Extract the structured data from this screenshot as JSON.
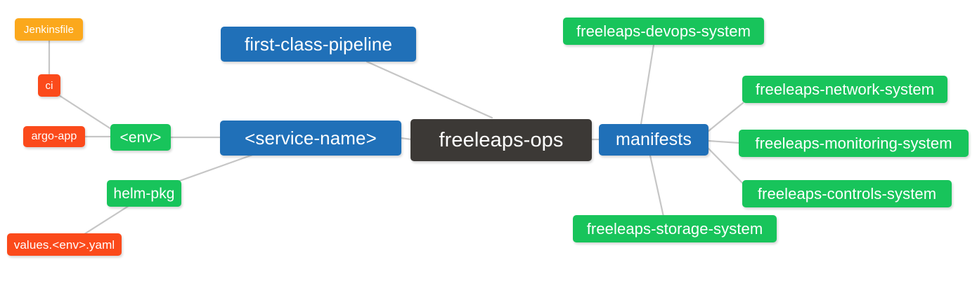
{
  "diagram": {
    "type": "mindmap",
    "title": "freeleaps-ops",
    "background": "#ffffff",
    "palette": {
      "root": "#3c3936",
      "blue": "#2070b8",
      "green": "#18c45b",
      "red": "#fb4a1b",
      "orange": "#fba81c",
      "edge": "#c6c6c6",
      "text": "#ffffff"
    }
  },
  "nodes": {
    "root": {
      "label": "freeleaps-ops"
    },
    "first_class_pipeline": {
      "label": "first-class-pipeline"
    },
    "service_name": {
      "label": "<service-name>"
    },
    "manifests": {
      "label": "manifests"
    },
    "env": {
      "label": "<env>"
    },
    "helm_pkg": {
      "label": "helm-pkg"
    },
    "ci": {
      "label": "ci"
    },
    "argo_app": {
      "label": "argo-app"
    },
    "jenkinsfile": {
      "label": "Jenkinsfile"
    },
    "values_yaml": {
      "label": "values.<env>.yaml"
    },
    "devops_system": {
      "label": "freeleaps-devops-system"
    },
    "network_system": {
      "label": "freeleaps-network-system"
    },
    "monitoring_system": {
      "label": "freeleaps-monitoring-system"
    },
    "controls_system": {
      "label": "freeleaps-controls-system"
    },
    "storage_system": {
      "label": "freeleaps-storage-system"
    }
  },
  "edges": [
    {
      "from": "first_class_pipeline",
      "to": "root"
    },
    {
      "from": "service_name",
      "to": "root"
    },
    {
      "from": "manifests",
      "to": "root"
    },
    {
      "from": "env",
      "to": "service_name"
    },
    {
      "from": "helm_pkg",
      "to": "service_name"
    },
    {
      "from": "ci",
      "to": "env"
    },
    {
      "from": "argo_app",
      "to": "env"
    },
    {
      "from": "jenkinsfile",
      "to": "ci"
    },
    {
      "from": "values_yaml",
      "to": "helm_pkg"
    },
    {
      "from": "devops_system",
      "to": "manifests"
    },
    {
      "from": "network_system",
      "to": "manifests"
    },
    {
      "from": "monitoring_system",
      "to": "manifests"
    },
    {
      "from": "controls_system",
      "to": "manifests"
    },
    {
      "from": "storage_system",
      "to": "manifests"
    }
  ]
}
